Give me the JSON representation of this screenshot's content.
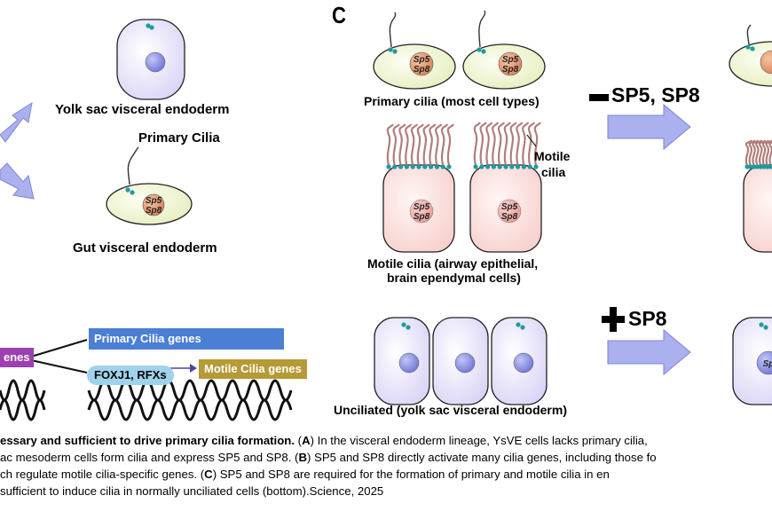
{
  "panel_c_letter": "C",
  "panel_a": {
    "yolk_sac_label": "Yolk sac visceral endoderm",
    "primary_cilia_label": "Primary Cilia",
    "gut_label": "Gut visceral endoderm",
    "nucleus_text_1": "Sp5",
    "nucleus_text_2": "Sp8"
  },
  "panel_b": {
    "genes_box": "enes",
    "primary_genes_box": "Primary Cilia genes",
    "foxj_box": "FOXJ1, RFXs",
    "motile_genes_box": "Motile Cilia genes"
  },
  "panel_c": {
    "primary_caption": "Primary cilia (most cell types)",
    "motile_cilia_label_1": "Motile",
    "motile_cilia_label_2": "cilia",
    "motile_caption_1": "Motile cilia (airway epithelial,",
    "motile_caption_2": "brain ependymal cells)",
    "unciliated_caption": "Unciliated (yolk sac visceral endoderm)",
    "minus_label": "SP5, SP8",
    "plus_label": "SP8",
    "partial_nucleus_text": "Sp"
  },
  "colors": {
    "arrow_fill": "#aab1ee",
    "primary_box": "#4a7fd4",
    "foxj_box": "#9fd3ec",
    "motile_box": "#b59a35",
    "genes_box": "#9c3fb0",
    "yolk_cell": "#ece9fb",
    "gut_cell": "#f2f6d6",
    "motile_cell": "#fbe3e1",
    "nucleus_orange": "#e9a07a",
    "nucleus_blue": "#8b90e2"
  },
  "caption": {
    "line1_bold": "essary and sufficient to drive primary cilia formation.",
    "line1_rest_a": " (",
    "line1_A": "A",
    "line1_rest_b": ") In the visceral endoderm lineage, YsVE cells lacks primary cilia,",
    "line2_a": "ac mesoderm cells form cilia and express SP5 and SP8. (",
    "line2_B": "B",
    "line2_b": ") SP5 and SP8 directly activate many cilia genes, including those fo",
    "line3_a": "ch regulate motile cilia-specific genes. (",
    "line3_C": "C",
    "line3_b": ") SP5 and SP8 are required for the formation of primary and motile cilia in en",
    "line4": "sufficient to induce cilia in normally unciliated cells (bottom).Science, 2025"
  }
}
